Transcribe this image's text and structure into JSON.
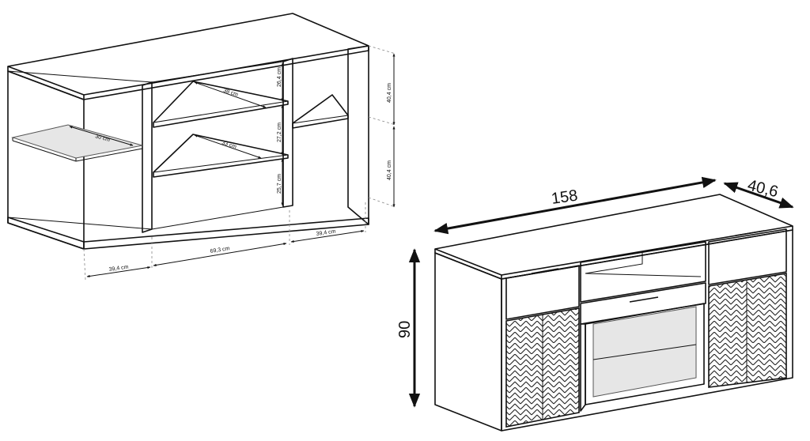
{
  "interior_diagram": {
    "depth_glass_shelf": "30 cm",
    "depth_shelf_upper": "38 cm",
    "depth_shelf_lower": "33 cm",
    "height_top_compartment": "26,4 cm",
    "height_middle_compartment": "27,2 cm",
    "height_bottom_compartment": "25,7 cm",
    "height_right_upper": "40,4 cm",
    "height_right_lower": "40,4 cm",
    "width_left_section": "39,4 cm",
    "width_center_section": "69,3 cm",
    "width_right_section": "39,4 cm"
  },
  "exterior_diagram": {
    "overall_width": "158",
    "overall_depth": "40,6",
    "overall_height": "90"
  }
}
